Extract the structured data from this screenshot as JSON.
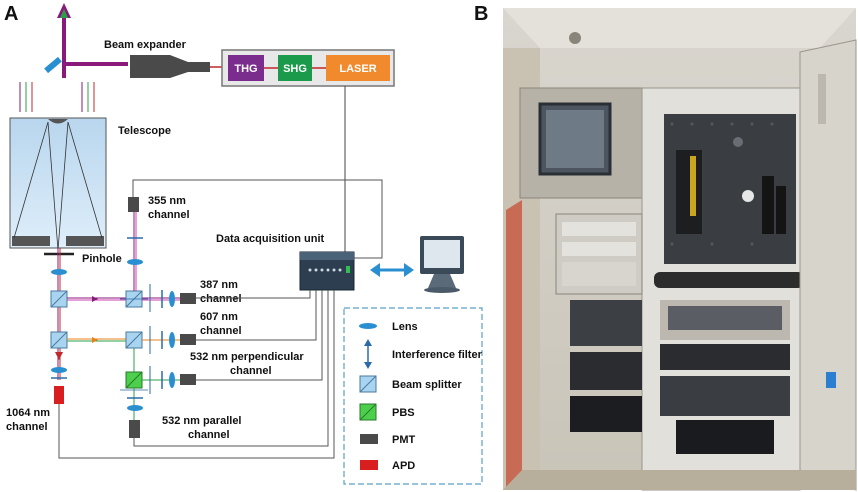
{
  "panels": {
    "a": "A",
    "b": "B"
  },
  "labels": {
    "beam_expander": "Beam expander",
    "telescope": "Telescope",
    "pinhole": "Pinhole",
    "ch355_line1": "355 nm",
    "ch355_line2": "channel",
    "ch387_line1": "387 nm",
    "ch387_line2": "channel",
    "ch607_line1": "607 nm",
    "ch607_line2": "channel",
    "ch532perp_line1": "532 nm perpendicular",
    "ch532perp_line2": "channel",
    "ch532par_line1": "532 nm parallel",
    "ch532par_line2": "channel",
    "ch1064_line1": "1064 nm",
    "ch1064_line2": "channel",
    "daq": "Data acquisition unit"
  },
  "laser_boxes": {
    "thg": "THG",
    "shg": "SHG",
    "laser": "LASER"
  },
  "legend": {
    "lens": "Lens",
    "interference_filter": "Interference filter",
    "beam_splitter": "Beam splitter",
    "pbs": "PBS",
    "pmt": "PMT",
    "apd": "APD"
  },
  "colors": {
    "thg": "#7b2d8e",
    "shg": "#1a9a4a",
    "laser": "#f08a2c",
    "beam_violet": "#8a1a7a",
    "beam_green": "#2aa048",
    "beam_red": "#c0282c",
    "beam_orange": "#e8801a",
    "lens_blue": "#2a8fd0",
    "splitter_blue": "#a8d4f0",
    "pbs_green": "#4ccf4a",
    "pmt_gray": "#4a4a4a",
    "apd_red": "#d81e1e",
    "legend_border": "#5a9fc8"
  }
}
